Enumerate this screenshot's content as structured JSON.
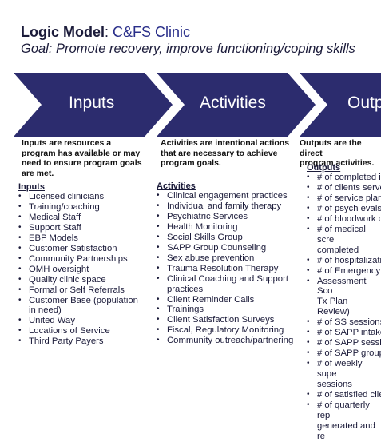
{
  "header": {
    "title_prefix": "Logic Model",
    "title_sep": ": ",
    "clinic_link": "C&FS Clinic",
    "goal": "Goal: Promote recovery, improve functioning/coping skills"
  },
  "arrows": [
    {
      "label": "Inputs"
    },
    {
      "label": "Activities"
    },
    {
      "label": "Outp"
    }
  ],
  "inputs": {
    "description": "Inputs are resources a\nprogram has available or may\nneed to ensure program goals\nare met.",
    "heading": "Inputs",
    "items": [
      "Licensed clinicians",
      "Training/coaching",
      "Medical Staff",
      "Support Staff",
      "EBP Models",
      "Customer Satisfaction",
      "Community Partnerships",
      "OMH oversight",
      "Quality clinic space",
      "Formal or Self Referrals",
      "Customer Base (population\nin need)",
      "United Way",
      "Locations of Service",
      "Third Party Payers"
    ]
  },
  "activities": {
    "description": "Activities are intentional actions\nthat are necessary to achieve\nprogram goals.",
    "heading": "Activities",
    "items": [
      "Clinical engagement practices",
      "Individual and family therapy",
      "Psychiatric Services",
      "Health Monitoring",
      "Social Skills Group",
      "SAPP Group Counseling",
      "Sex abuse prevention",
      "Trauma Resolution Therapy",
      "Clinical Coaching and Support\npractices",
      "Client Reminder Calls",
      "Trainings",
      "Client Satisfaction Surveys",
      "Fiscal, Regulatory Monitoring",
      "Community outreach/partnering"
    ]
  },
  "outputs": {
    "description": "Outputs are the direct\nprogram activities.",
    "heading": "Outputs",
    "items": [
      "# of completed in",
      "# of clients serve",
      "# of service plan",
      "# of psych evals",
      "# of bloodwork c",
      "# of medical scre\ncompleted",
      "# of hospitalizatio",
      "# of Emergency",
      "Assessment Sco\nTx Plan Review)",
      "# of SS sessions",
      "# of SAPP intake",
      "# of SAPP sessio",
      "# of SAPP group",
      "# of weekly supe\nsessions",
      "# of satisfied clie",
      "# of quarterly rep\ngenerated and re"
    ]
  },
  "colors": {
    "arrow_fill": "#2c2c6e",
    "text": "#1b1b3a"
  }
}
